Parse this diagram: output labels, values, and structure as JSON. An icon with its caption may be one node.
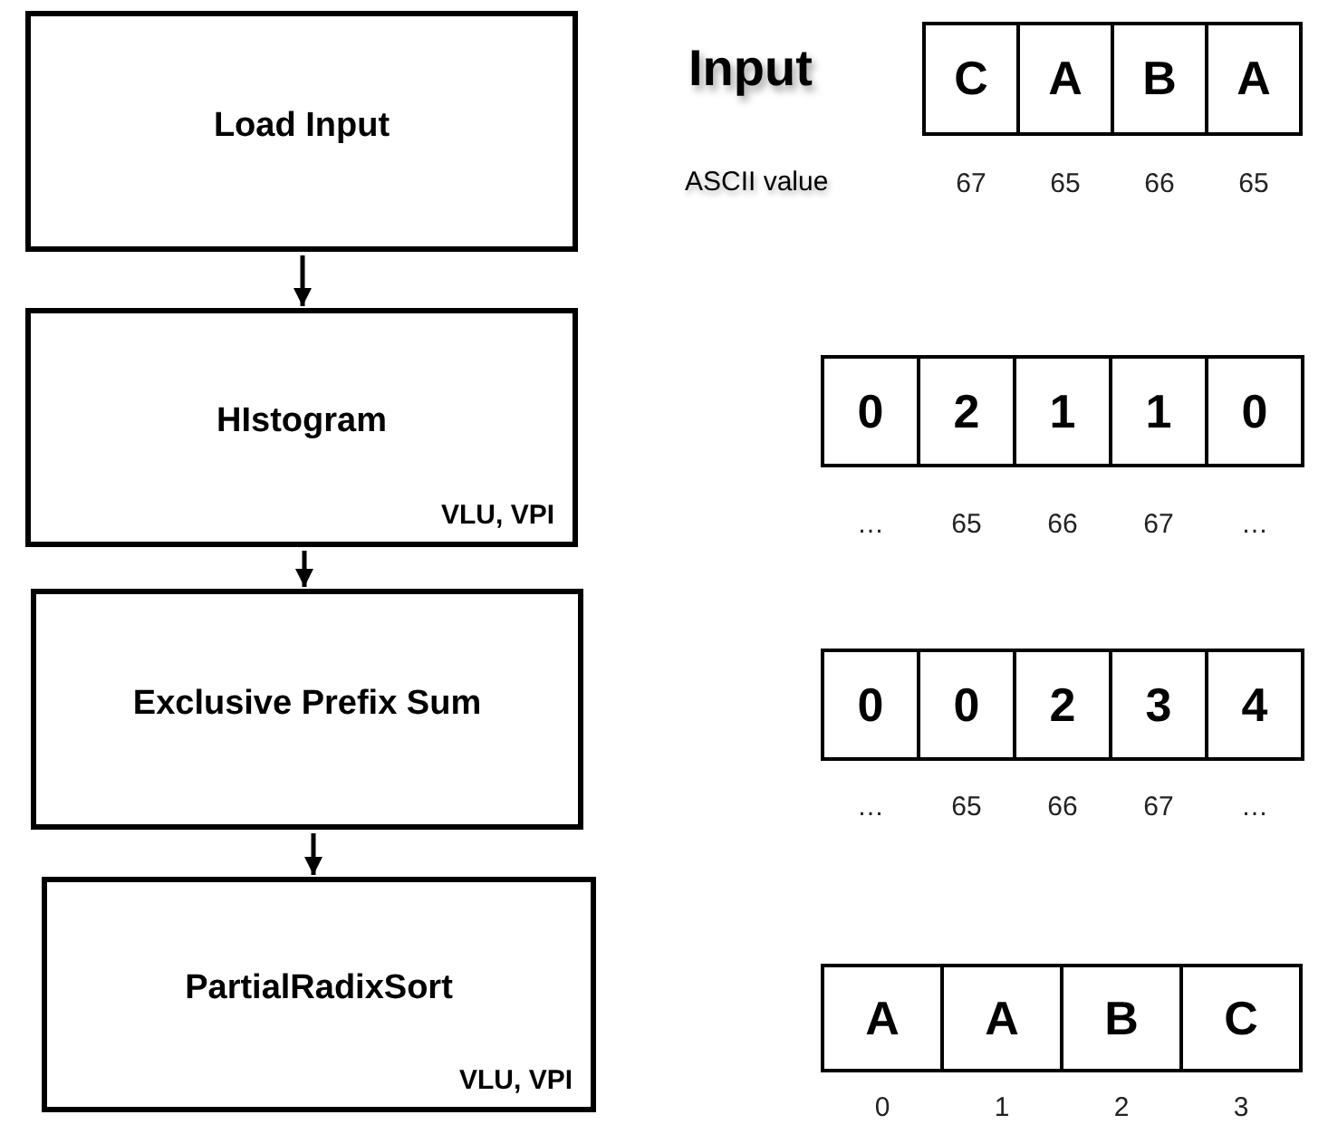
{
  "diagram": {
    "nodes": [
      {
        "text": [
          "Load Input"
        ]
      },
      {
        "text": [
          "HIstogram",
          "VLU, VPI"
        ]
      },
      {
        "text": [
          "Exclusive Prefix Sum"
        ]
      },
      {
        "text": [
          "PartialRadixSort",
          "VLU, VPI"
        ]
      }
    ],
    "edges": [
      {
        "from": 0,
        "to": 1,
        "arrow": "to"
      },
      {
        "from": 1,
        "to": 2,
        "arrow": "to"
      },
      {
        "from": 2,
        "to": 3,
        "arrow": "to"
      }
    ],
    "labels": [
      "Input",
      "C",
      "A",
      "B",
      "A",
      "ASCII value",
      "67",
      "65",
      "66",
      "65",
      "0",
      "2",
      "1",
      "1",
      "0",
      "…",
      "65",
      "66",
      "67",
      "…",
      "0",
      "0",
      "2",
      "3",
      "4",
      "…",
      "65",
      "66",
      "67",
      "…",
      "A",
      "A",
      "B",
      "C",
      "0",
      "1",
      "2",
      "3"
    ]
  }
}
